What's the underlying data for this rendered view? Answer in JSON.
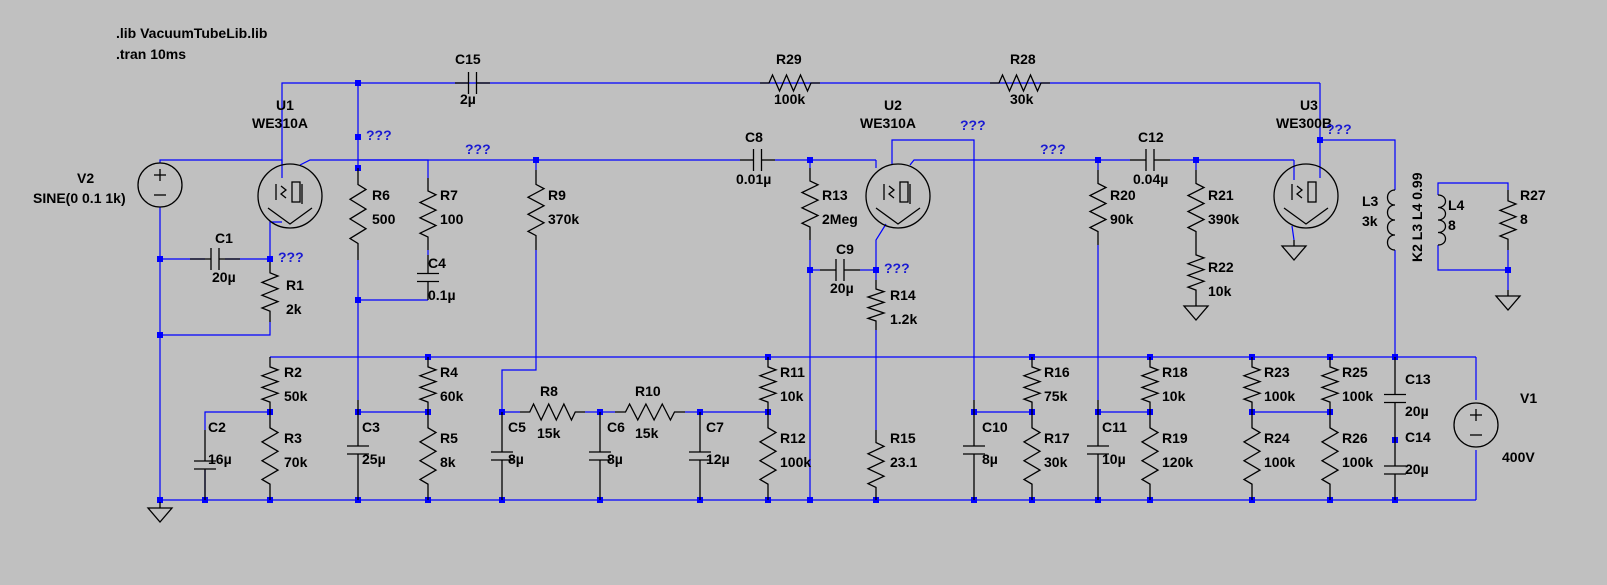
{
  "directives": [
    ".lib VacuumTubeLib.lib",
    ".tran 10ms"
  ],
  "net_label": "???",
  "colors": {
    "background": "#c0c0c0",
    "wire": "#0000ff",
    "component": "#000000",
    "net_label": "#1a1ad2"
  },
  "tubes": [
    {
      "id": "U1",
      "model": "WE310A"
    },
    {
      "id": "U2",
      "model": "WE310A"
    },
    {
      "id": "U3",
      "model": "WE300B"
    }
  ],
  "sources": [
    {
      "id": "V2",
      "value": "SINE(0 0.1 1k)"
    },
    {
      "id": "V1",
      "value": "400V"
    }
  ],
  "resistors": [
    {
      "id": "R1",
      "value": "2k"
    },
    {
      "id": "R2",
      "value": "50k"
    },
    {
      "id": "R3",
      "value": "70k"
    },
    {
      "id": "R4",
      "value": "60k"
    },
    {
      "id": "R5",
      "value": "8k"
    },
    {
      "id": "R6",
      "value": "500"
    },
    {
      "id": "R7",
      "value": "100"
    },
    {
      "id": "R8",
      "value": "15k"
    },
    {
      "id": "R9",
      "value": "370k"
    },
    {
      "id": "R10",
      "value": "15k"
    },
    {
      "id": "R11",
      "value": "10k"
    },
    {
      "id": "R12",
      "value": "100k"
    },
    {
      "id": "R13",
      "value": "2Meg"
    },
    {
      "id": "R14",
      "value": "1.2k"
    },
    {
      "id": "R15",
      "value": "23.1"
    },
    {
      "id": "R16",
      "value": "75k"
    },
    {
      "id": "R17",
      "value": "30k"
    },
    {
      "id": "R18",
      "value": "10k"
    },
    {
      "id": "R19",
      "value": "120k"
    },
    {
      "id": "R20",
      "value": "90k"
    },
    {
      "id": "R21",
      "value": "390k"
    },
    {
      "id": "R22",
      "value": "10k"
    },
    {
      "id": "R23",
      "value": "100k"
    },
    {
      "id": "R24",
      "value": "100k"
    },
    {
      "id": "R25",
      "value": "100k"
    },
    {
      "id": "R26",
      "value": "100k"
    },
    {
      "id": "R27",
      "value": "8"
    },
    {
      "id": "R28",
      "value": "30k"
    },
    {
      "id": "R29",
      "value": "100k"
    }
  ],
  "capacitors": [
    {
      "id": "C1",
      "value": "20µ"
    },
    {
      "id": "C2",
      "value": "16µ"
    },
    {
      "id": "C3",
      "value": "25µ"
    },
    {
      "id": "C4",
      "value": "0.1µ"
    },
    {
      "id": "C5",
      "value": "8µ"
    },
    {
      "id": "C6",
      "value": "8µ"
    },
    {
      "id": "C7",
      "value": "12µ"
    },
    {
      "id": "C8",
      "value": "0.01µ"
    },
    {
      "id": "C9",
      "value": "20µ"
    },
    {
      "id": "C10",
      "value": "8µ"
    },
    {
      "id": "C11",
      "value": "10µ"
    },
    {
      "id": "C12",
      "value": "0.04µ"
    },
    {
      "id": "C13",
      "value": "20µ"
    },
    {
      "id": "C14",
      "value": "20µ"
    },
    {
      "id": "C15",
      "value": "2µ"
    }
  ],
  "inductors": [
    {
      "id": "L3",
      "value": "3k"
    },
    {
      "id": "L4",
      "value": "8"
    }
  ],
  "coupling": "K2 L3 L4 0.99"
}
